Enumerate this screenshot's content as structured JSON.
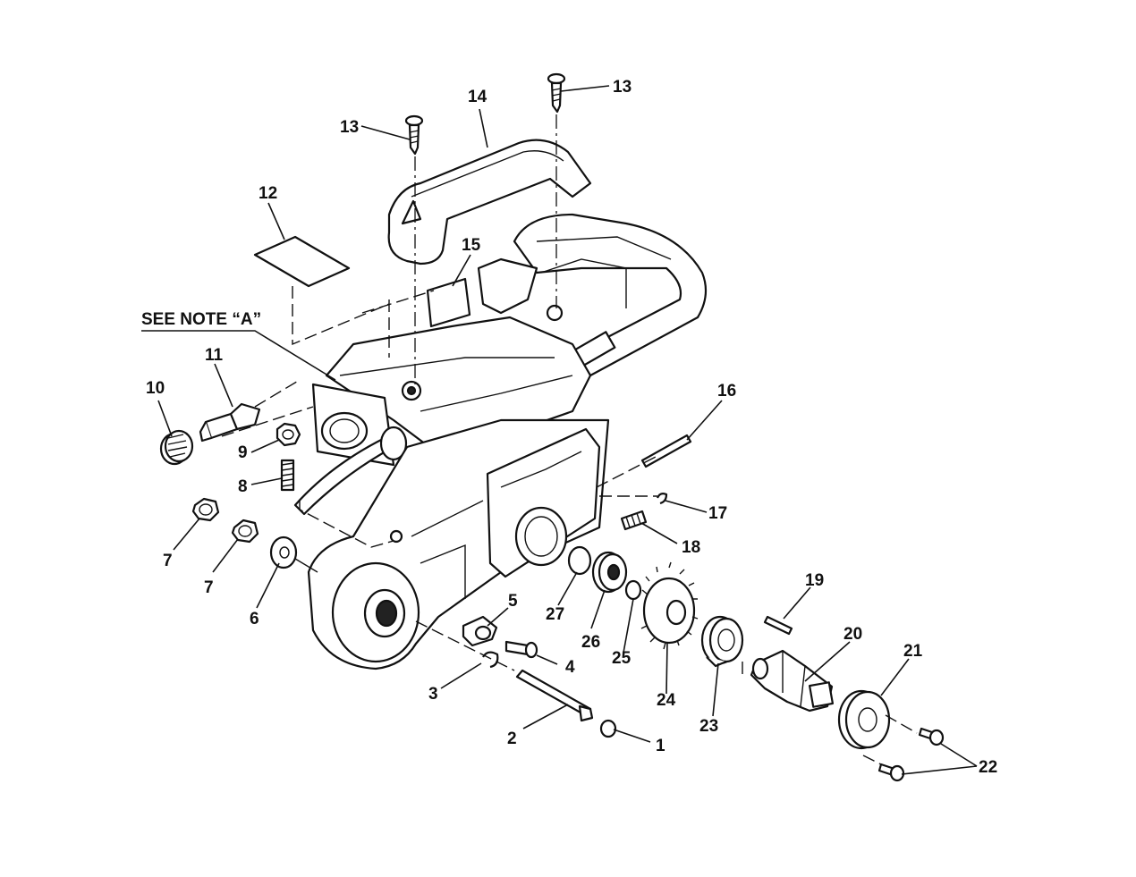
{
  "diagram": {
    "note": "SEE NOTE “A”",
    "callouts": [
      {
        "id": "c1",
        "text": "1"
      },
      {
        "id": "c2",
        "text": "2"
      },
      {
        "id": "c3",
        "text": "3"
      },
      {
        "id": "c4",
        "text": "4"
      },
      {
        "id": "c5",
        "text": "5"
      },
      {
        "id": "c6",
        "text": "6"
      },
      {
        "id": "c7a",
        "text": "7"
      },
      {
        "id": "c7b",
        "text": "7"
      },
      {
        "id": "c8",
        "text": "8"
      },
      {
        "id": "c9",
        "text": "9"
      },
      {
        "id": "c10",
        "text": "10"
      },
      {
        "id": "c11",
        "text": "11"
      },
      {
        "id": "c12",
        "text": "12"
      },
      {
        "id": "c13a",
        "text": "13"
      },
      {
        "id": "c13b",
        "text": "13"
      },
      {
        "id": "c14",
        "text": "14"
      },
      {
        "id": "c15",
        "text": "15"
      },
      {
        "id": "c16",
        "text": "16"
      },
      {
        "id": "c17",
        "text": "17"
      },
      {
        "id": "c18",
        "text": "18"
      },
      {
        "id": "c19",
        "text": "19"
      },
      {
        "id": "c20",
        "text": "20"
      },
      {
        "id": "c21",
        "text": "21"
      },
      {
        "id": "c22",
        "text": "22"
      },
      {
        "id": "c23",
        "text": "23"
      },
      {
        "id": "c24",
        "text": "24"
      },
      {
        "id": "c25",
        "text": "25"
      },
      {
        "id": "c26",
        "text": "26"
      },
      {
        "id": "c27",
        "text": "27"
      }
    ]
  }
}
